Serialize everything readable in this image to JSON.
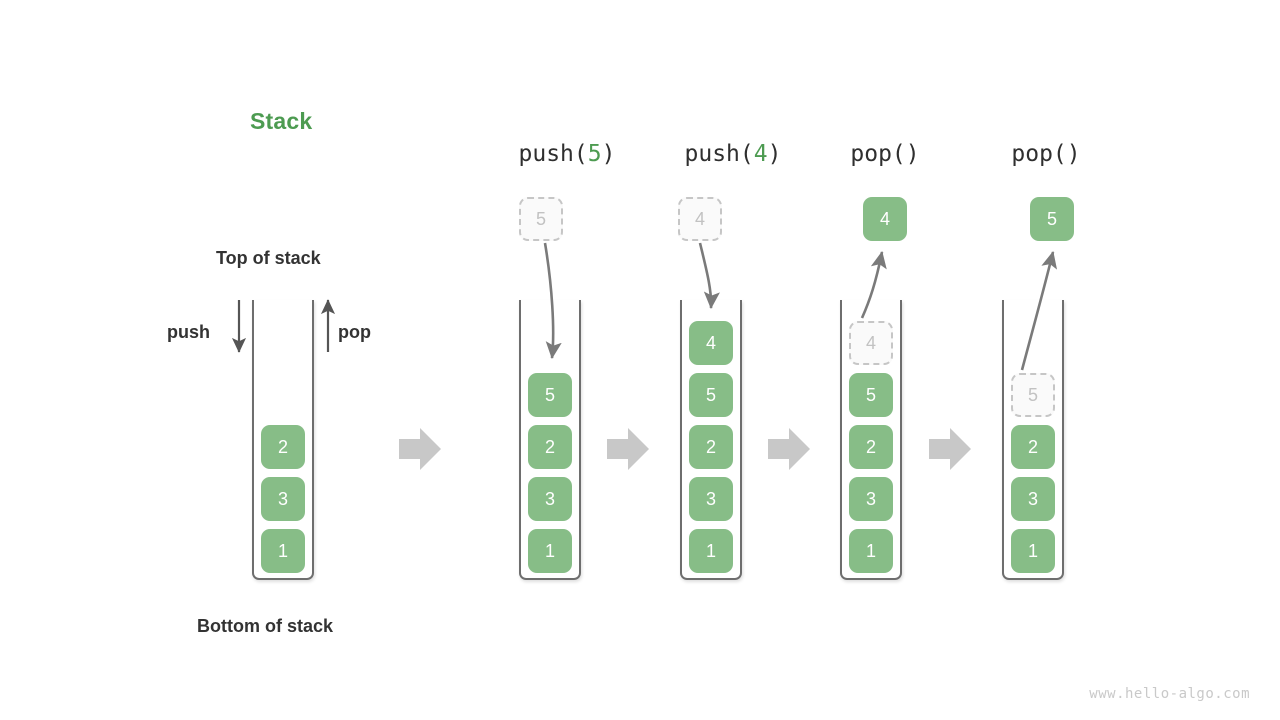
{
  "title": {
    "text": "Stack",
    "color": "#4d9b51"
  },
  "labels": {
    "top_of_stack": "Top of stack",
    "bottom_of_stack": "Bottom of stack",
    "push": "push",
    "pop": "pop"
  },
  "footer": {
    "text": "www.hello-algo.com"
  },
  "colors": {
    "cell_fill": "#87bd87",
    "cell_text": "#ffffff",
    "ghost_fill": "#fafafa",
    "ghost_text": "#c2c2c2",
    "ghost_border": "#c6c6c6",
    "container_border": "#6e6e6e",
    "arrow": "#7a7a7a",
    "block_arrow": "#c8c8c8",
    "accent_green": "#4d9b51",
    "header_text": "#2f2f2f"
  },
  "columns": [
    {
      "id": "initial",
      "header": null,
      "header_prefix": "",
      "header_arg": "",
      "header_suffix": "",
      "cells": [
        "2",
        "3",
        "1"
      ],
      "detached": null,
      "ghost_index": null
    },
    {
      "id": "push-5",
      "header_prefix": "push(",
      "header_arg": "5",
      "header_suffix": ")",
      "cells": [
        "5",
        "2",
        "3",
        "1"
      ],
      "detached": {
        "value": "5",
        "style": "ghost"
      },
      "ghost_index": null
    },
    {
      "id": "push-4",
      "header_prefix": "push(",
      "header_arg": "4",
      "header_suffix": ")",
      "cells": [
        "4",
        "5",
        "2",
        "3",
        "1"
      ],
      "detached": {
        "value": "4",
        "style": "ghost"
      },
      "ghost_index": null
    },
    {
      "id": "pop-1",
      "header_prefix": "pop(",
      "header_arg": "",
      "header_suffix": ")",
      "cells": [
        "4",
        "5",
        "2",
        "3",
        "1"
      ],
      "detached": {
        "value": "4",
        "style": "filled"
      },
      "ghost_index": 0
    },
    {
      "id": "pop-2",
      "header_prefix": "pop(",
      "header_arg": "",
      "header_suffix": ")",
      "cells": [
        "5",
        "2",
        "3",
        "1"
      ],
      "detached": {
        "value": "5",
        "style": "filled"
      },
      "ghost_index": 0
    }
  ],
  "flow_arrows": [
    {
      "name": "flow-arrow-1"
    },
    {
      "name": "flow-arrow-2"
    },
    {
      "name": "flow-arrow-3"
    },
    {
      "name": "flow-arrow-4"
    }
  ]
}
